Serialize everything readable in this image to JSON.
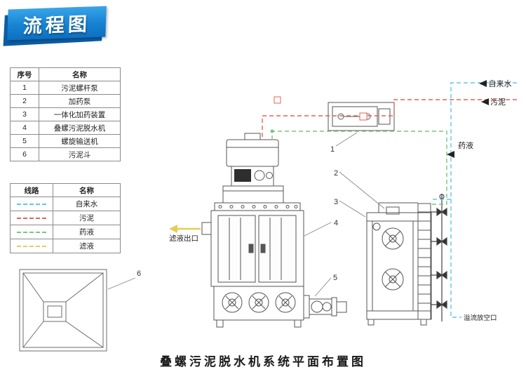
{
  "badge": {
    "label": "流程图"
  },
  "parts_table": {
    "headers": {
      "col1": "序号",
      "col2": "名称"
    },
    "rows": [
      {
        "num": "1",
        "name": "污泥螺杆泵"
      },
      {
        "num": "2",
        "name": "加药泵"
      },
      {
        "num": "3",
        "name": "一体化加药装置"
      },
      {
        "num": "4",
        "name": "叠螺污泥脱水机"
      },
      {
        "num": "5",
        "name": "螺旋输送机"
      },
      {
        "num": "6",
        "name": "污泥斗"
      }
    ]
  },
  "legend_table": {
    "headers": {
      "col1": "线路",
      "col2": "名称"
    },
    "rows": [
      {
        "name": "自来水",
        "color": "#5bc8f0",
        "style": "dashed"
      },
      {
        "name": "污泥",
        "color": "#e0645a",
        "style": "dashed"
      },
      {
        "name": "药液",
        "color": "#7cc47f",
        "style": "dashed"
      },
      {
        "name": "滤液",
        "color": "#e6ce55",
        "style": "dashed"
      }
    ]
  },
  "labels": {
    "tap_water": "自来水",
    "sludge": "污泥",
    "chemical": "药液",
    "overflow_drain": "溢流放空口",
    "filtrate_outlet": "滤液出口"
  },
  "callouts": {
    "c1": "1",
    "c2": "2",
    "c3": "3",
    "c4": "4",
    "c5": "5",
    "c6": "6"
  },
  "title": "叠螺污泥脱水机系统平面布置图",
  "colors": {
    "badge_blue": "#1683d2",
    "line_dark": "#555555"
  }
}
